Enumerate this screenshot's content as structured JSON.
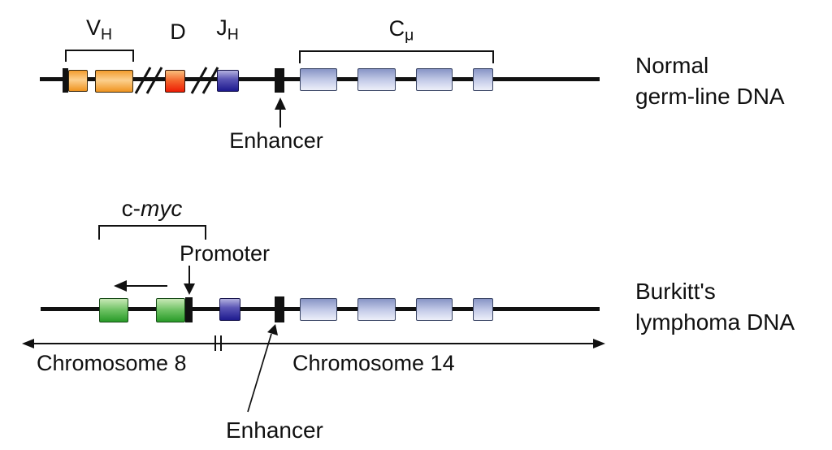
{
  "normal": {
    "caption": {
      "line1": "Normal",
      "line2": "germ-line DNA"
    },
    "gene_labels": {
      "vh": {
        "base": "V",
        "sub": "H"
      },
      "d": "D",
      "jh": {
        "base": "J",
        "sub": "H"
      },
      "cmu": {
        "base": "C",
        "sub": "μ"
      }
    },
    "enhancer_label": "Enhancer",
    "exon_counts": {
      "vh": 2,
      "d": 1,
      "jh": 1,
      "cmu": 4
    }
  },
  "lymphoma": {
    "caption": {
      "line1": "Burkitt's",
      "line2": "lymphoma DNA"
    },
    "cmyc_label": {
      "prefix": "c-",
      "gene": "myc"
    },
    "promoter_label": "Promoter",
    "enhancer_label": "Enhancer",
    "chromosome_left": "Chromosome 8",
    "chromosome_right": "Chromosome 14",
    "exon_counts": {
      "cmyc": 2,
      "jh": 1,
      "cmu": 4
    }
  },
  "colors": {
    "vh_exon": "#F5A238",
    "d_segment": "#EE3B12",
    "jh_segment": "#25218F",
    "cmu_exon": "#C7CEE9",
    "cmyc_exon": "#57B554",
    "dna_line": "#111111"
  }
}
